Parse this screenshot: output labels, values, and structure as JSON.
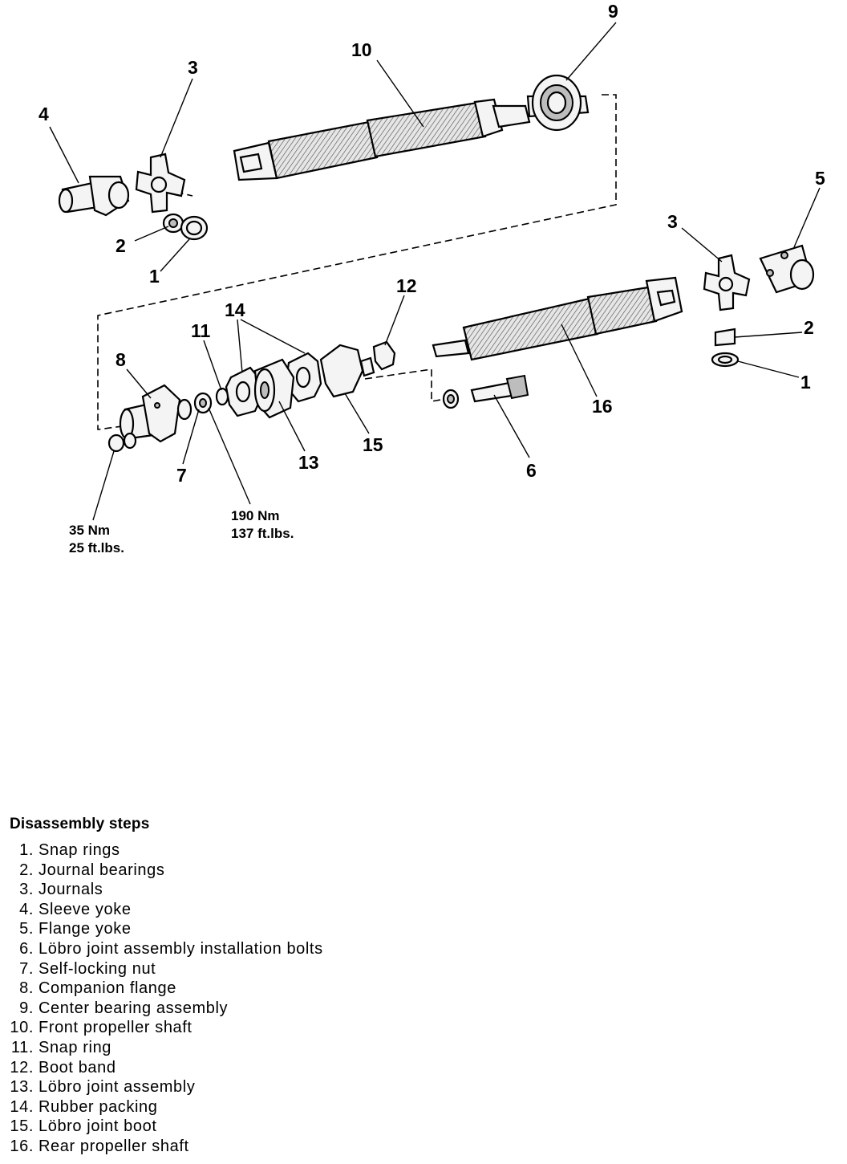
{
  "callouts": {
    "c1a": "1",
    "c1b": "1",
    "c2a": "2",
    "c2b": "2",
    "c3a": "3",
    "c3b": "3",
    "c4": "4",
    "c5": "5",
    "c6": "6",
    "c7": "7",
    "c8": "8",
    "c9": "9",
    "c10": "10",
    "c11": "11",
    "c12": "12",
    "c13": "13",
    "c14": "14",
    "c15": "15",
    "c16": "16"
  },
  "torque": {
    "companion_nm": "35 Nm",
    "companion_ftlbs": "25 ft.lbs.",
    "lobro_nm": "190 Nm",
    "lobro_ftlbs": "137 ft.lbs."
  },
  "steps": {
    "title": "Disassembly steps",
    "items": [
      {
        "num": "1.",
        "text": "Snap rings"
      },
      {
        "num": "2.",
        "text": "Journal bearings"
      },
      {
        "num": "3.",
        "text": "Journals"
      },
      {
        "num": "4.",
        "text": "Sleeve yoke"
      },
      {
        "num": "5.",
        "text": "Flange yoke"
      },
      {
        "num": "6.",
        "text": "Löbro joint assembly installation bolts"
      },
      {
        "num": "7.",
        "text": "Self-locking nut"
      },
      {
        "num": "8.",
        "text": "Companion flange"
      },
      {
        "num": "9.",
        "text": "Center bearing assembly"
      },
      {
        "num": "10.",
        "text": "Front propeller shaft"
      },
      {
        "num": "11.",
        "text": "Snap ring"
      },
      {
        "num": "12.",
        "text": "Boot band"
      },
      {
        "num": "13.",
        "text": "Löbro joint assembly"
      },
      {
        "num": "14.",
        "text": "Rubber packing"
      },
      {
        "num": "15.",
        "text": "Löbro joint boot"
      },
      {
        "num": "16.",
        "text": "Rear propeller shaft"
      }
    ]
  }
}
